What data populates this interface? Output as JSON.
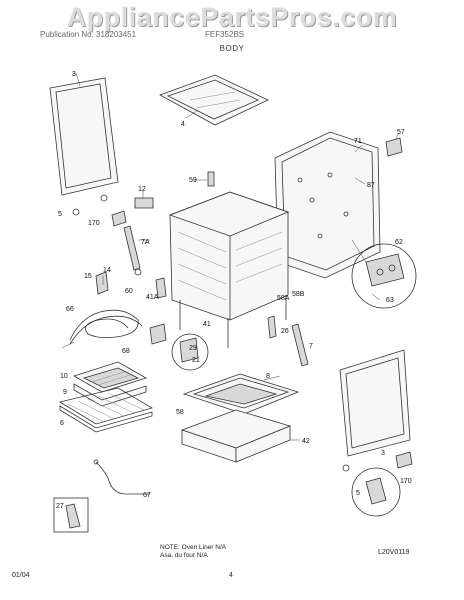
{
  "watermark": "AppliancePartsPros.com",
  "header": {
    "left": "Publication No. 318203451",
    "right": "FEF352BS",
    "section": "BODY"
  },
  "callouts": [
    "3",
    "4",
    "71",
    "57",
    "59",
    "87",
    "12",
    "5",
    "170",
    "7A",
    "14",
    "15",
    "60",
    "41A",
    "62",
    "63",
    "58A",
    "58B",
    "66",
    "68",
    "29",
    "21",
    "41",
    "26",
    "7",
    "10",
    "9",
    "6",
    "8",
    "58",
    "42",
    "3",
    "170",
    "5",
    "27",
    "67"
  ],
  "note": {
    "line1": "NOTE: Oven Liner N/A",
    "line2": "Asa. du four N/A"
  },
  "part_number": "L20V0119",
  "footer": {
    "date": "01/04",
    "page": "4"
  }
}
